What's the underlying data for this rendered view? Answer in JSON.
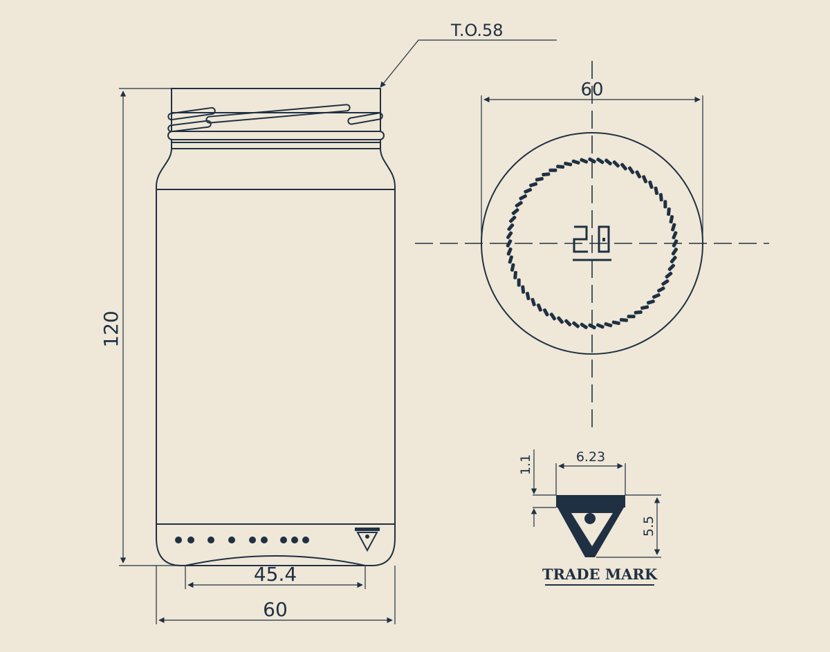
{
  "drawing": {
    "background": "#efe7d7",
    "ink": "#1f3043",
    "finish_label": "T.O.58",
    "side_view": {
      "height_label": "120",
      "body_width_label": "60",
      "base_width_label": "45.4"
    },
    "top_view": {
      "diameter_label": "60"
    },
    "trade_mark_detail": {
      "top_width_label": "6.23",
      "thickness_label": "1.1",
      "height_label": "5.5",
      "caption": "TRADE MARK"
    }
  }
}
